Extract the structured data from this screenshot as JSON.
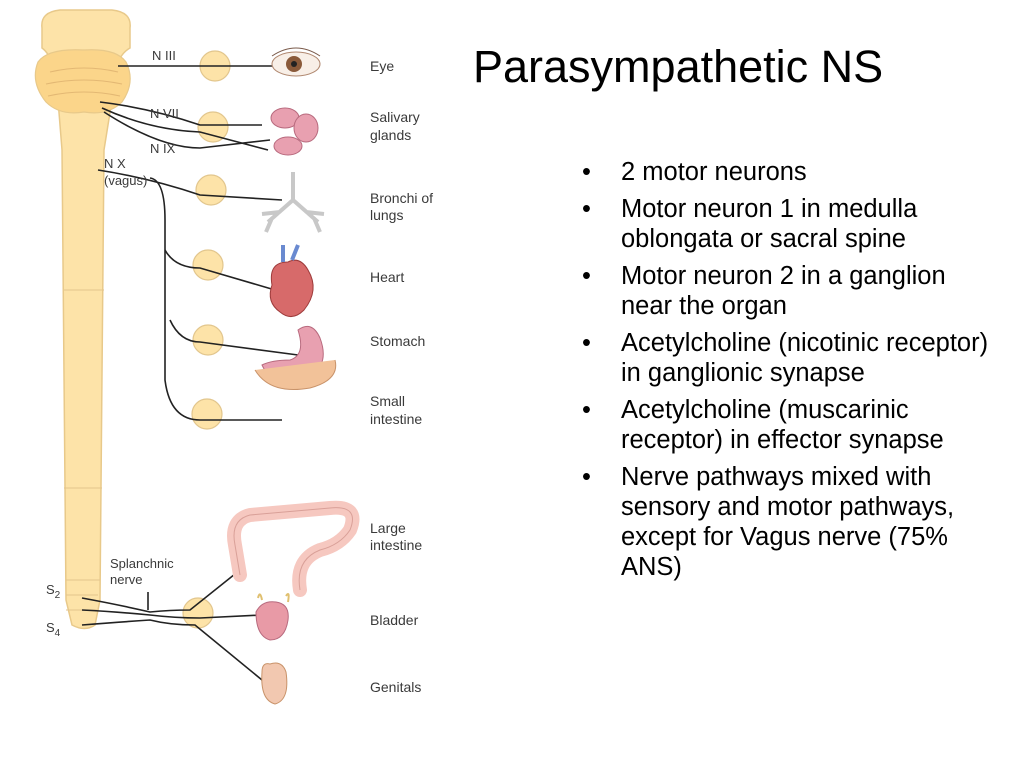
{
  "title": "Parasympathetic NS",
  "bullets": [
    "2 motor neurons",
    "Motor neuron 1 in medulla oblongata or sacral spine",
    "Motor neuron 2 in a ganglion near the organ",
    "Acetylcholine (nicotinic receptor) in ganglionic synapse",
    "Acetylcholine (muscarinic receptor) in effector synapse",
    "Nerve pathways mixed with sensory and motor pathways, except for Vagus nerve (75% ANS)"
  ],
  "diagram": {
    "nerves": {
      "n3": "N III",
      "n7": "N VII",
      "n9": "N IX",
      "n10_line1": "N X",
      "n10_line2": "(vagus)",
      "splanchnic_line1": "Splanchnic",
      "splanchnic_line2": "nerve",
      "s2": "S",
      "s2_sub": "2",
      "s4": "S",
      "s4_sub": "4"
    },
    "organs": {
      "eye": "Eye",
      "salivary_line1": "Salivary",
      "salivary_line2": "glands",
      "bronchi_line1": "Bronchi of",
      "bronchi_line2": "lungs",
      "heart": "Heart",
      "stomach": "Stomach",
      "small_line1": "Small",
      "small_line2": "intestine",
      "large_line1": "Large",
      "large_line2": "intestine",
      "bladder": "Bladder",
      "genitals": "Genitals"
    },
    "colors": {
      "spine": "#fde3a8",
      "spine_outline": "#e8c98a",
      "ganglion": "#fde3a8",
      "organ_pink": "#e8a0b0",
      "organ_red": "#d76a6a",
      "nerve": "#222222"
    }
  }
}
